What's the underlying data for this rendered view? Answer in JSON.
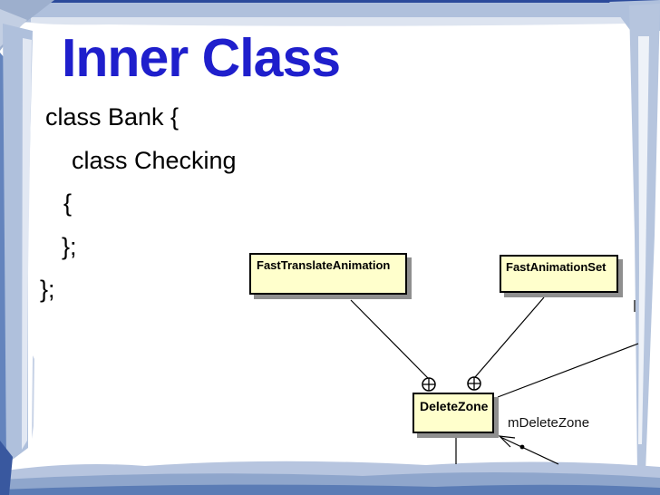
{
  "slide": {
    "title": "Inner Class"
  },
  "code": {
    "lines": [
      "class Bank {",
      "class Checking",
      "{",
      "};",
      "};"
    ]
  },
  "diagram": {
    "boxes": [
      {
        "id": "fast-translate-animation",
        "label": "FastTranslateAnimation"
      },
      {
        "id": "fast-animation-set",
        "label": "FastAnimationSet"
      },
      {
        "id": "delete-zone",
        "label": "DeleteZone"
      }
    ],
    "annotation_label": "mDeleteZone",
    "anchor_icon": "circle-plus-containment-anchor"
  },
  "colors": {
    "title_blue": "#1f1fcc",
    "body_text": "#000000",
    "box_fill": "#ffffcc",
    "box_border": "#000000",
    "box_shadow": "#8f8f8f",
    "frame_wash": "#afc0dc",
    "frame_dark": "#5b7cb5",
    "frame_navy": "#2b4a9b"
  }
}
